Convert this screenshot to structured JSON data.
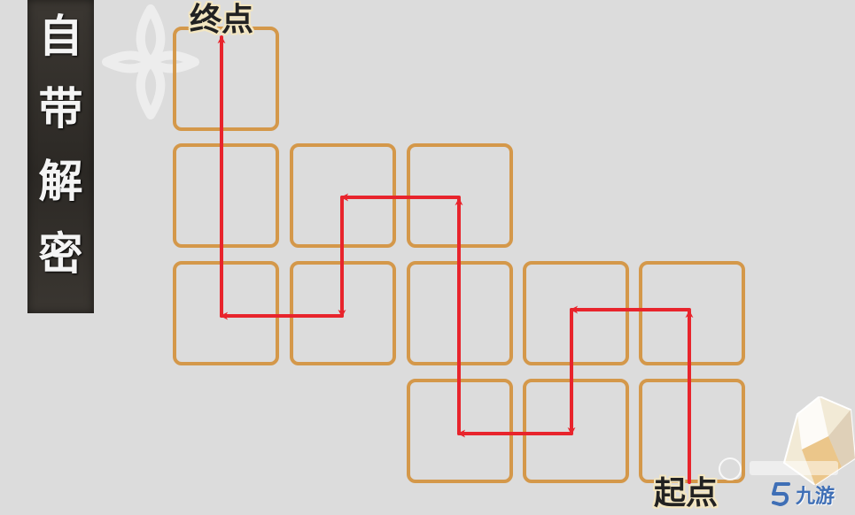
{
  "title_chars": [
    "自",
    "带",
    "解",
    "密"
  ],
  "labels": {
    "end": "终点",
    "start": "起点"
  },
  "logo_text": "九游",
  "colors": {
    "tile_border": "#d4984a",
    "path": "#e8242c",
    "banner": "#2e2b27"
  },
  "grid": {
    "rows": 4,
    "cols": 5,
    "tiles": [
      [
        0,
        0
      ],
      [
        1,
        0
      ],
      [
        1,
        1
      ],
      [
        1,
        2
      ],
      [
        2,
        0
      ],
      [
        2,
        1
      ],
      [
        2,
        2
      ],
      [
        2,
        3
      ],
      [
        2,
        4
      ],
      [
        3,
        2
      ],
      [
        3,
        3
      ],
      [
        3,
        4
      ]
    ]
  },
  "path_sequence": [
    "start (3,4)",
    "(2,4)",
    "(2,3)",
    "(3,3)",
    "(3,2)",
    "(1,2)",
    "(1,1)",
    "(2,1)",
    "(2,0)",
    "end (0,0)"
  ]
}
